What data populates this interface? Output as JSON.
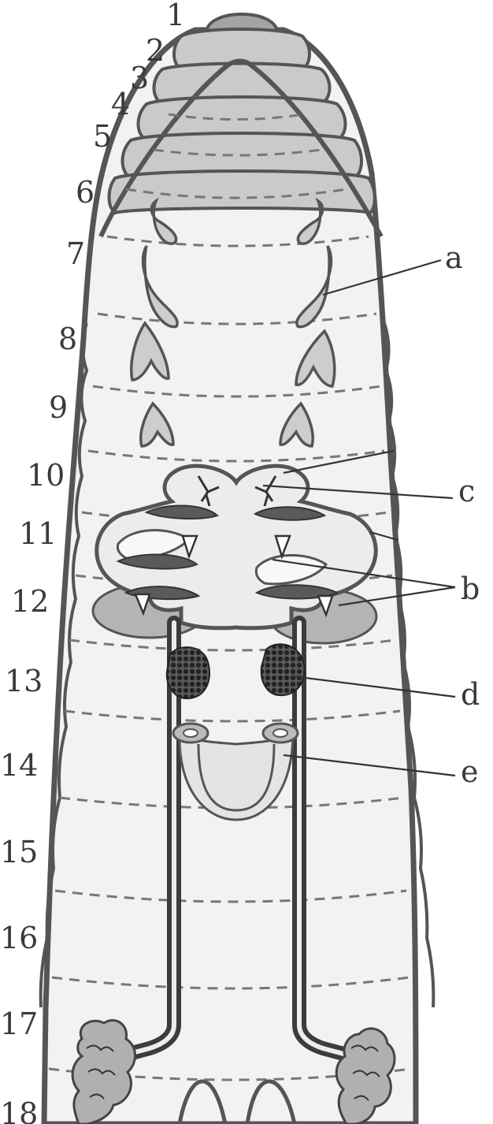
{
  "segment_numbers": [
    "1",
    "2",
    "3",
    "4",
    "5",
    "6",
    "7",
    "8",
    "9",
    "10",
    "11",
    "12",
    "13",
    "14",
    "15",
    "16",
    "17",
    "18"
  ],
  "callouts": {
    "a": "a",
    "b": "b",
    "c": "c",
    "d": "d",
    "e": "e"
  },
  "colors": {
    "outline": "#555555",
    "body_fill": "#f2f2f2",
    "head_segments": "#c9cbc9",
    "organ_light": "#e8e8e8",
    "organ_gray": "#b8b8b8",
    "duct_dark": "#3c3c3c",
    "dots": "#2c2c2c"
  }
}
